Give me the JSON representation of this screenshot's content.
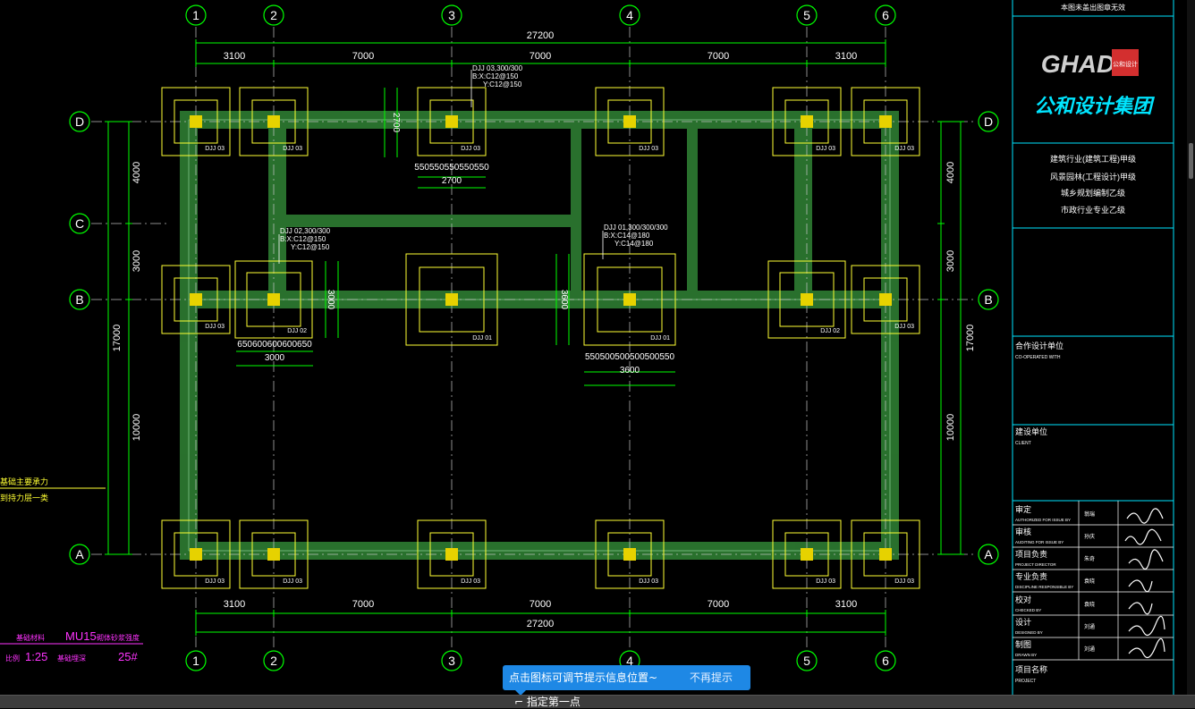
{
  "drawing": {
    "axis_top": [
      "1",
      "2",
      "3",
      "4",
      "5",
      "6"
    ],
    "axis_bottom": [
      "1",
      "2",
      "3",
      "4",
      "5",
      "6"
    ],
    "axis_left": [
      "D",
      "C",
      "B",
      "A"
    ],
    "axis_right": [
      "D",
      "B",
      "A"
    ],
    "dim_total": "27200",
    "dim_spans": [
      "3100",
      "7000",
      "7000",
      "7000",
      "3100"
    ],
    "dim_total_bottom": "27200",
    "dim_spans_bottom": [
      "3100",
      "7000",
      "7000",
      "7000",
      "3100"
    ],
    "dim_left_total": "17000",
    "dim_left_spans": [
      "4000",
      "3000",
      "10000"
    ],
    "dim_right_total": "17000",
    "dim_right_spans": [
      "4000",
      "3000",
      "10000"
    ],
    "footing_labels": {
      "djj03": "DJJ 03",
      "djj02": "DJJ 02",
      "djj01": "DJJ 01"
    },
    "notes": {
      "djj03_spec": [
        "DJJ 03,300/300",
        "B:X:C12@150",
        "Y:C12@150"
      ],
      "djj02_spec": [
        "DJJ 02,300/300",
        "B:X:C12@150",
        "Y:C12@150"
      ],
      "djj01_spec": [
        "DJJ 01,300/300/300",
        "B:X:C14@180",
        "Y:C14@180"
      ],
      "dim_2700": "2700",
      "dim_2700_sub": "550550550550550",
      "dim_3000": "3000",
      "dim_3000_sub": "650600600600650",
      "dim_3600": "3600",
      "dim_3600_sub": "550500500500500550"
    },
    "left_notes": {
      "note_line1": "基础主要承力",
      "note_line2": "到持力层一类",
      "material_title": "基础材料",
      "material_value": "MU15",
      "material_note": "砌体砂浆强度",
      "scale_label": "比例",
      "scale_value": "1:25",
      "depth_label": "基础埋深",
      "depth_value": "25#"
    }
  },
  "title_block": {
    "header": "本图未盖出图章无效",
    "logo_text": "GHAD",
    "logo_stamp": "公和设计",
    "company": "公和设计集团",
    "qualifications": [
      "建筑行业(建筑工程)甲级",
      "风景园林(工程设计)甲级",
      "城乡规划编制乙级",
      "市政行业专业乙级"
    ],
    "coop_cn": "合作设计单位",
    "coop_en": "CO-OPERATED WITH",
    "client_cn": "建设单位",
    "client_en": "CLIENT",
    "roles": [
      {
        "cn": "审定",
        "en": "AUTHORIZED FOR ISSUE BY",
        "name": "翁瑞"
      },
      {
        "cn": "审核",
        "en": "AUDITING FOR ISSUE BY",
        "name": "孙庆"
      },
      {
        "cn": "项目负责",
        "en": "PROJECT DIRECTOR",
        "name": "朱奇"
      },
      {
        "cn": "专业负责",
        "en": "DISCIPLINE RESPONSIBLE BY",
        "name": "袁晓"
      },
      {
        "cn": "校对",
        "en": "CHECKED BY",
        "name": "袁晓"
      },
      {
        "cn": "设计",
        "en": "DESIGNED BY",
        "name": "刘通"
      },
      {
        "cn": "制图",
        "en": "DRAWN BY",
        "name": "刘通"
      }
    ],
    "project_cn": "项目名称",
    "project_en": "PROJECT"
  },
  "tooltip": {
    "message": "点击图标可调节提示信息位置~",
    "dismiss": "不再提示"
  },
  "command": {
    "prompt": "指定第一点"
  },
  "colors": {
    "axis": "#00ff00",
    "beam": "#2e7d32",
    "footing": "#ffff33",
    "column": "#e6d200",
    "title_accent": "#00e5ff",
    "tooltip": "#1e88e5"
  }
}
